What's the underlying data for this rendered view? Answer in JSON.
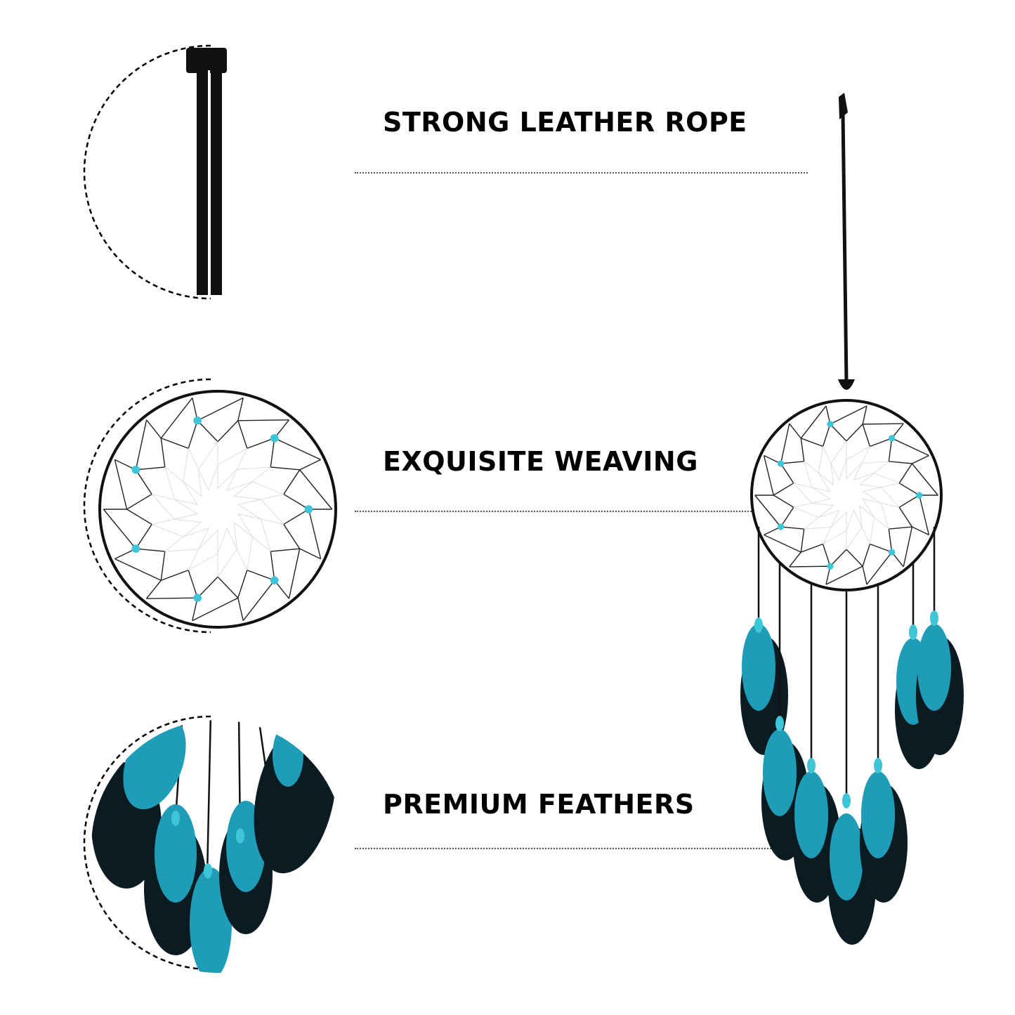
{
  "features": [
    {
      "label": "STRONG LEATHER ROPE",
      "icon": "leather-rope-closeup"
    },
    {
      "label": "EXQUISITE WEAVING",
      "icon": "weaving-closeup"
    },
    {
      "label": "PREMIUM FEATHERS",
      "icon": "feathers-closeup"
    }
  ],
  "colors": {
    "text": "#000000",
    "divider": "#555555",
    "cord": "#111111",
    "bead": "#3ec6d8",
    "feather_teal": "#1f9db8",
    "feather_dark": "#0b1b22"
  }
}
